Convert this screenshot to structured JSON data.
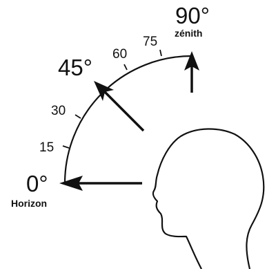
{
  "angles": {
    "horizon": {
      "value": "0°",
      "caption": "Horizon"
    },
    "mid": {
      "value": "45°"
    },
    "zenith": {
      "value": "90°",
      "caption": "zénith"
    }
  },
  "ticks": [
    "15",
    "30",
    "60",
    "75"
  ],
  "colors": {
    "ink": "#111111",
    "background": "#ffffff"
  },
  "icons": [
    "arrow-left-icon",
    "arrow-diagonal-icon",
    "arrow-up-icon",
    "head-profile-icon"
  ]
}
